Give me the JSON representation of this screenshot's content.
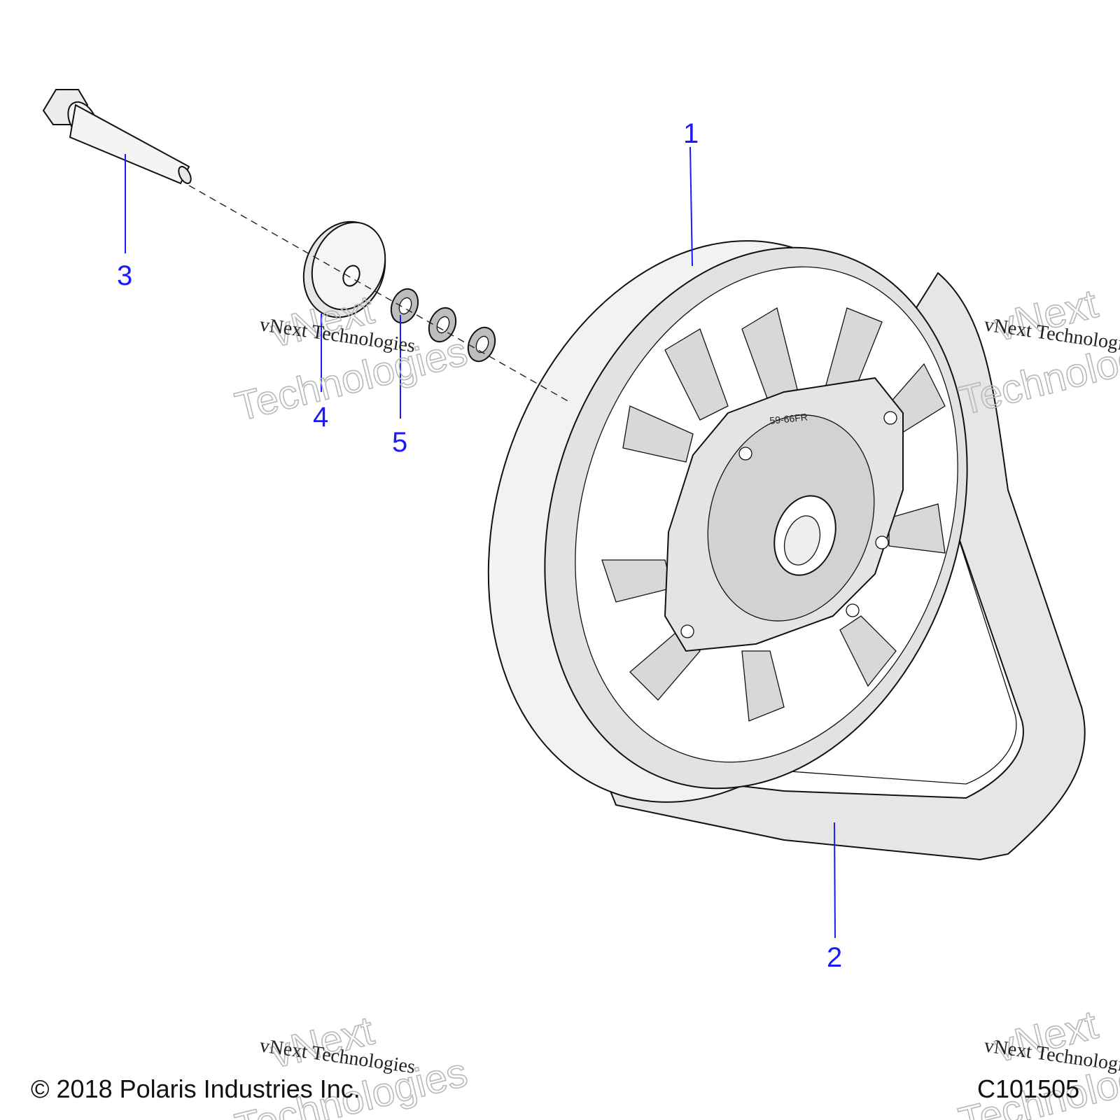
{
  "callouts": [
    {
      "id": "callout-1",
      "text": "1"
    },
    {
      "id": "callout-2",
      "text": "2"
    },
    {
      "id": "callout-3",
      "text": "3"
    },
    {
      "id": "callout-4",
      "text": "4"
    },
    {
      "id": "callout-5",
      "text": "5"
    }
  ],
  "wheel_markings": {
    "size_code": "59-66FR"
  },
  "watermark": {
    "line_small": "vNext Technologies",
    "outline_word_1": "vNext",
    "outline_word_2": "Technologies"
  },
  "footer": {
    "copyright": "© 2018 Polaris Industries Inc.",
    "figure_code": "C101505"
  }
}
